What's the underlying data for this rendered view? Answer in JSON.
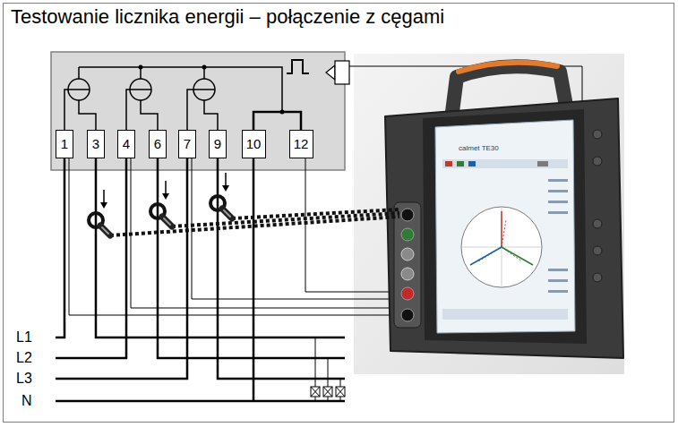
{
  "diagram": {
    "title": "Testowanie licznika energii – połączenie z cęgami",
    "nodes": [
      {
        "text": [
          "1"
        ]
      },
      {
        "text": [
          "3"
        ]
      },
      {
        "text": [
          "4"
        ]
      },
      {
        "text": [
          "6"
        ]
      },
      {
        "text": [
          "7"
        ]
      },
      {
        "text": [
          "9"
        ]
      },
      {
        "text": [
          "10"
        ]
      },
      {
        "text": [
          "12"
        ]
      }
    ],
    "edges": [
      {
        "from": 6,
        "to": 7,
        "arrow": "none"
      }
    ],
    "labels": [
      "L1",
      "L2",
      "L3",
      "N",
      "calmet TE30"
    ]
  }
}
